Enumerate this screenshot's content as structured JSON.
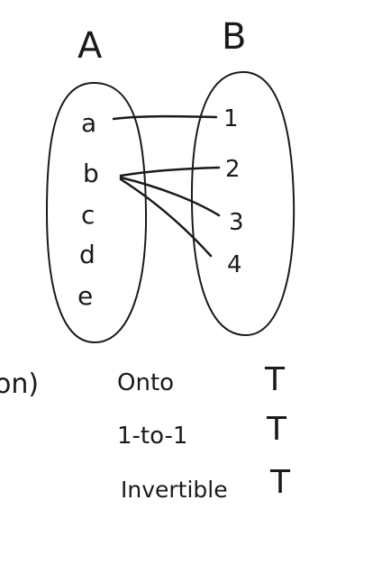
{
  "diagram": {
    "set_a": {
      "label": "A",
      "elements": [
        "a",
        "b",
        "c",
        "d",
        "e"
      ]
    },
    "set_b": {
      "label": "B",
      "elements": [
        "1",
        "2",
        "3",
        "4"
      ]
    },
    "mappings": [
      {
        "from": "a",
        "to": "1"
      },
      {
        "from": "b",
        "to": "2"
      },
      {
        "from": "b",
        "to": "3"
      },
      {
        "from": "b",
        "to": "4"
      }
    ]
  },
  "side_note": "on)",
  "properties": [
    {
      "name": "Onto",
      "value": "T"
    },
    {
      "name": "1-to-1",
      "value": "T"
    },
    {
      "name": "Invertible",
      "value": "T"
    }
  ],
  "colors": {
    "ink": "#1a1a1a",
    "background": "#ffffff"
  }
}
